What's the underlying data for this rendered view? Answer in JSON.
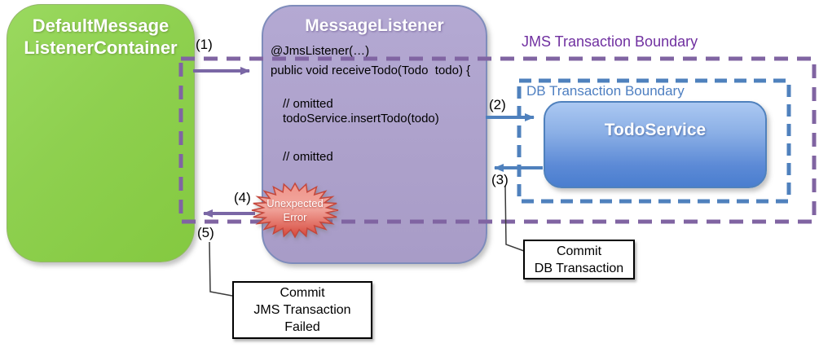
{
  "diagram": {
    "container_box": {
      "title_line1": "DefaultMessage",
      "title_line2": "ListenerContainer"
    },
    "listener_box": {
      "title": "MessageListener",
      "code": [
        "@JmsListener(…)",
        "public void receiveTodo(Todo  todo) {",
        "// omitted",
        "todoService.insertTodo(todo)",
        "// omitted"
      ]
    },
    "todo_service_box": {
      "title": "TodoService"
    },
    "boundaries": {
      "jms": {
        "label": "JMS Transaction Boundary"
      },
      "db": {
        "label": "DB Transaction Boundary"
      }
    },
    "steps": {
      "s1": "(1)",
      "s2": "(2)",
      "s3": "(3)",
      "s4": "(4)",
      "s5": "(5)"
    },
    "error_burst": {
      "line1": "Unexpected",
      "line2": "Error"
    },
    "callouts": {
      "db_commit": {
        "line1": "Commit",
        "line2": "DB Transaction"
      },
      "jms_failed": {
        "line1": "Commit",
        "line2": "JMS Transaction",
        "line3": "Failed"
      }
    },
    "colors": {
      "container_green": "#8ED04F",
      "listener_purple": "#ADA1CB",
      "jms_boundary_line": "#8064A2",
      "jms_label_text": "#7030A0",
      "db_boundary_line": "#4F81BD",
      "db_label_text": "#4E7FC1",
      "todo_service_blue": "#4A7ECF",
      "error_burst_red": "#DC4B3C",
      "code_text": "#000000"
    }
  }
}
